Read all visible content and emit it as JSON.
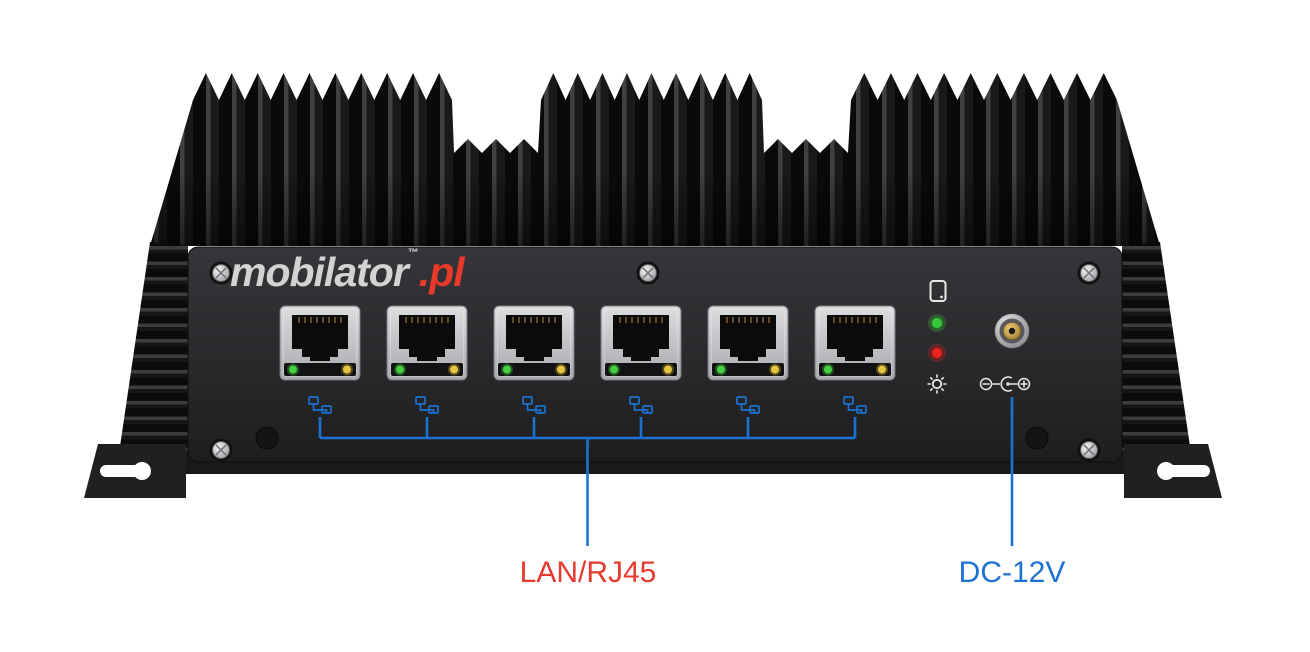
{
  "page": {
    "background_color": "#ffffff"
  },
  "branding": {
    "logo_main": "mobilator",
    "logo_tld": ".pl",
    "trademark_symbol": "™",
    "logo_main_color": "#d3d3d4",
    "logo_tld_color": "#e8392a"
  },
  "annotations": {
    "lan_label": "LAN/RJ45",
    "lan_label_color": "#e63a2e",
    "dc_label": "DC-12V",
    "dc_label_color": "#1b72d2",
    "callout_line_color": "#1b72d2"
  },
  "device": {
    "port_count": 6,
    "lan_ports": [
      "lan-port-1",
      "lan-port-2",
      "lan-port-3",
      "lan-port-4",
      "lan-port-5",
      "lan-port-6"
    ],
    "port_icon": "lan-nodes-icon",
    "port_led_colors": {
      "left": "#45d13f",
      "right": "#e6c43e"
    },
    "indicator_icons": [
      "hdd-activity-icon",
      "power-led",
      "alarm-led",
      "brightness-icon"
    ],
    "indicator_led_colors": {
      "power": "#38c73c",
      "alarm": "#ea2420"
    },
    "power_icons": [
      "dc-jack",
      "dc-polarity-icon"
    ]
  }
}
